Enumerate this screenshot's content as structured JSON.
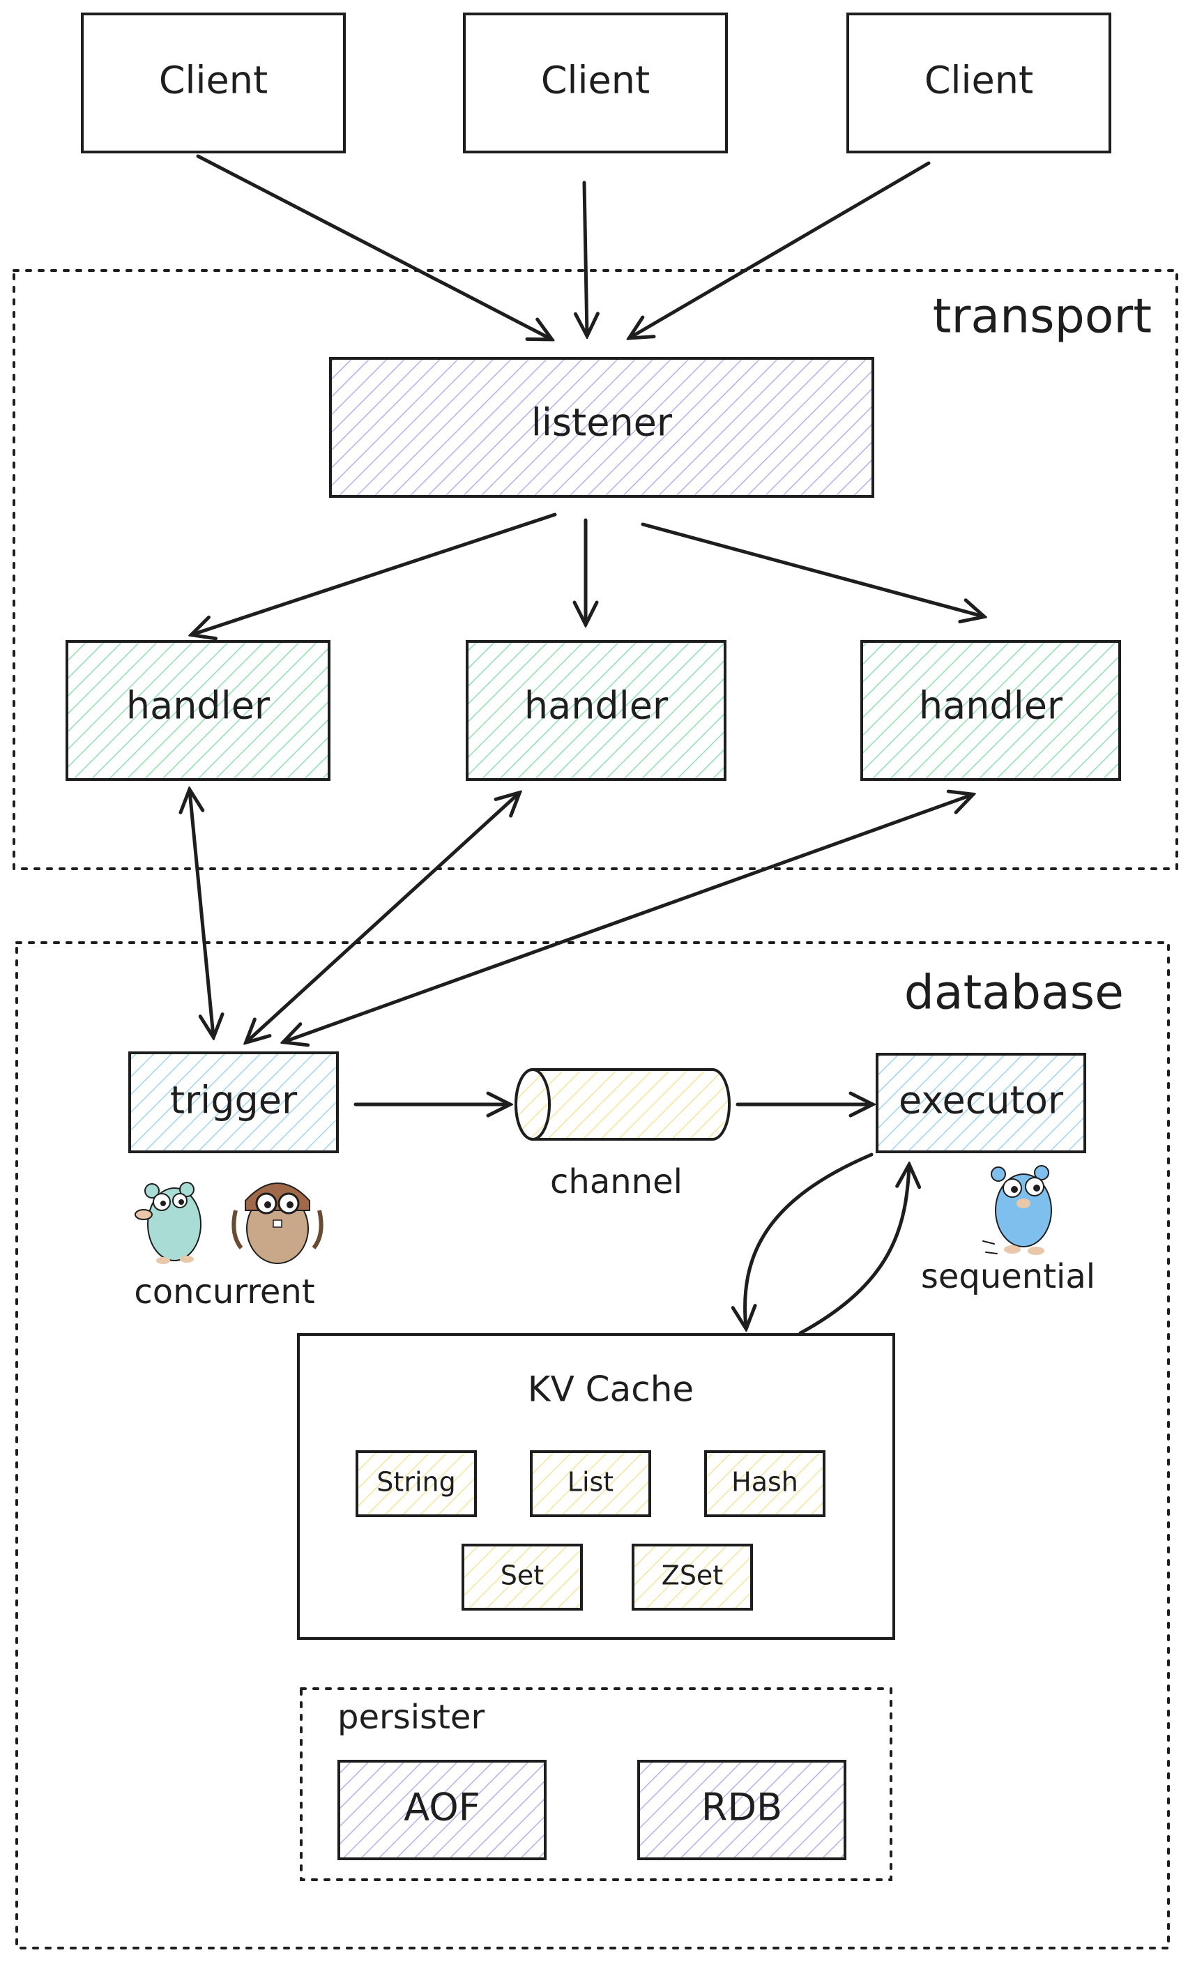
{
  "clients": [
    "Client",
    "Client",
    "Client"
  ],
  "transport": {
    "title": "transport",
    "listener": "listener",
    "handlers": [
      "handler",
      "handler",
      "handler"
    ]
  },
  "database": {
    "title": "database",
    "trigger": "trigger",
    "channel": "channel",
    "executor": "executor",
    "concurrent_label": "concurrent",
    "sequential_label": "sequential",
    "kv_cache": {
      "title": "KV Cache",
      "types": [
        "String",
        "List",
        "Hash",
        "Set",
        "ZSet"
      ]
    },
    "persister": {
      "title": "persister",
      "items": [
        "AOF",
        "RDB"
      ]
    }
  },
  "colors": {
    "stroke": "#1e1e1e",
    "listener_hatch": "#b9aef0",
    "handler_hatch": "#8fe0b0",
    "trigger_hatch": "#9fd4f4",
    "channel_hatch": "#f5e59a",
    "type_hatch": "#f5e59a",
    "persister_hatch": "#b9aef0"
  },
  "icons": [
    "gopher-teal-icon",
    "gopher-aviator-icon",
    "gopher-blue-running-icon"
  ]
}
